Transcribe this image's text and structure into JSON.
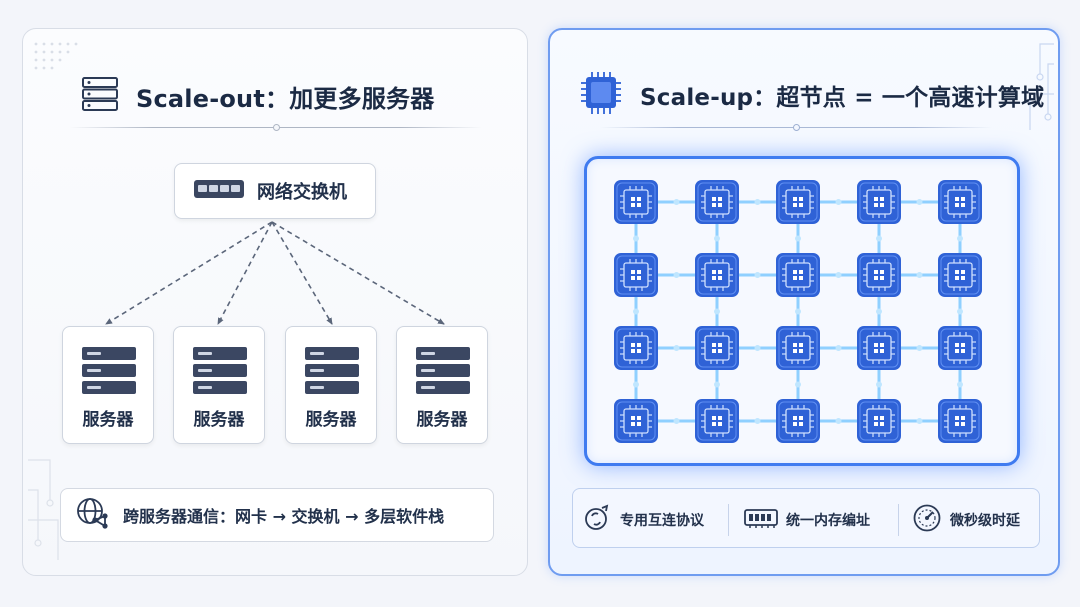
{
  "scale_out": {
    "title": "Scale-out：加更多服务器",
    "switch_label": "网络交换机",
    "servers": [
      "服务器",
      "服务器",
      "服务器",
      "服务器"
    ],
    "footer": "跨服务器通信：网卡 → 交换机 → 多层软件栈",
    "icons": [
      "server-rack-icon",
      "network-switch-icon",
      "globe-network-icon"
    ]
  },
  "scale_up": {
    "title": "Scale-up：超节点 = 一个高速计算域",
    "grid": {
      "rows": 4,
      "cols": 5
    },
    "features": [
      "专用互连协议",
      "统一内存编址",
      "微秒级时延"
    ],
    "icons": [
      "chip-icon",
      "interconnect-icon",
      "memory-icon",
      "gauge-icon"
    ]
  },
  "colors": {
    "accent": "#3f7bf0",
    "chip": "#2f62d6",
    "link": "#8fd0ff",
    "text": "#1b2a44"
  }
}
